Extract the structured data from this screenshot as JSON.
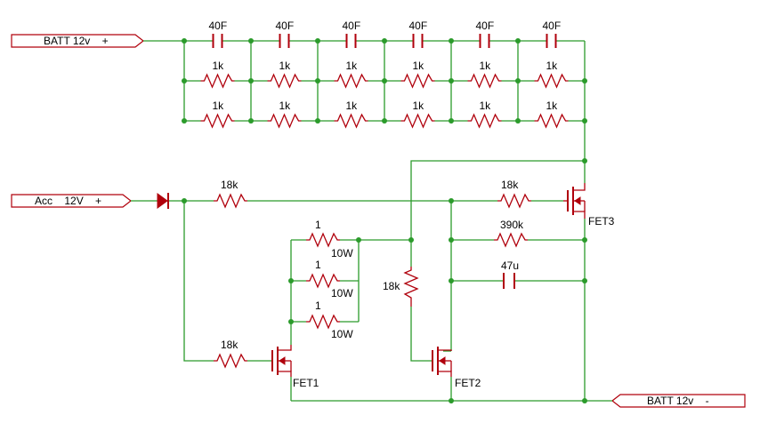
{
  "colors": {
    "wire": "#2b9b2b",
    "component": "#b0000c",
    "text": "#000000",
    "background": "#ffffff"
  },
  "ports": {
    "batt_pos": "BATT 12v    +",
    "acc": "Acc    12V    +",
    "batt_neg": "BATT 12v    -"
  },
  "bank": {
    "capacitor_label": "40F",
    "resistor_label": "1k",
    "columns": 6
  },
  "parts": {
    "r_acc": "18k",
    "r_fet3_gate": "18k",
    "r_390k": "390k",
    "c_47u": "47u",
    "r_1_a_value": "1",
    "r_1_a_power": "10W",
    "r_1_b_value": "1",
    "r_1_b_power": "10W",
    "r_1_c_value": "1",
    "r_1_c_power": "10W",
    "r_mid": "18k",
    "r_fet1_gate": "18k",
    "fet1": "FET1",
    "fet2": "FET2",
    "fet3": "FET3"
  }
}
